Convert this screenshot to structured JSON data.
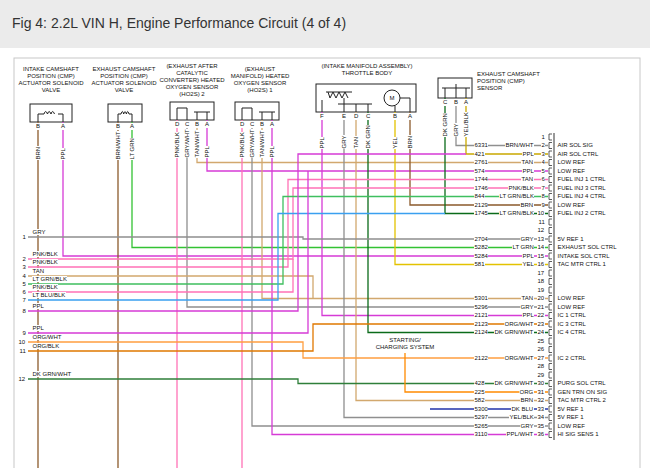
{
  "diagram": {
    "title": "Fig 4: 2.2L VIN H, Engine Performance Circuit (4 of 4)",
    "nodes": [
      {
        "text": [
          "INTAKE CAMSHAFT POSITION (CMP) ACTUATOR SOLENOID VALVE"
        ]
      },
      {
        "text": [
          "EXHAUST CAMSHAFT POSITION (CMP) ACTUATOR SOLENOID VALVE"
        ]
      },
      {
        "text": [
          "(EXHAUST AFTER CATALYTIC CONVERTER) HEATED OXYGEN SENSOR (HO2S) 2"
        ]
      },
      {
        "text": [
          "(EXHAUST MANIFOLD) HEATED OXYGEN SENSOR (HO2S) 1"
        ]
      },
      {
        "text": [
          "(INTAKE MANIFOLD ASSEMBLY) THROTTLE BODY"
        ]
      },
      {
        "text": [
          "EXHAUST CAMSHAFT POSITION (CMP) SENSOR"
        ]
      }
    ],
    "labels": [
      "B",
      "A",
      "BRN",
      "PPL",
      "B",
      "A",
      "BRN/WHT",
      "LT GRN",
      "D",
      "C",
      "B",
      "A",
      "PNK/BLK",
      "GRY/WHT",
      "TAN/WHT",
      "PPL",
      "D",
      "C",
      "B",
      "A",
      "PNK/BLK",
      "GRY/WHT",
      "TAN/WHT",
      "PPL",
      "F",
      "E",
      "D",
      "C",
      "B",
      "A",
      "PPL",
      "GRY",
      "TAN",
      "DK GRN",
      "YEL",
      "BRN",
      "C",
      "B",
      "A",
      "DK GRN",
      "GRY",
      "YEL/BLK",
      "M",
      "1",
      "2",
      "3",
      "4",
      "5",
      "6",
      "7",
      "8",
      "9",
      "10",
      "11",
      "12",
      "13",
      "14",
      "15",
      "16",
      "17",
      "18",
      "19",
      "20",
      "21",
      "22",
      "23",
      "24",
      "25",
      "26",
      "27",
      "28",
      "29",
      "30",
      "31",
      "32",
      "33",
      "34",
      "35",
      "36",
      "6331",
      "BRN/WHT",
      "421",
      "PPL",
      "2761",
      "TAN",
      "574",
      "PPL",
      "1744",
      "TAN",
      "1746",
      "PNK/BLK",
      "844",
      "LT GRN/BLK",
      "2129",
      "BRN",
      "1745",
      "LT GRN/BLK",
      "2704",
      "GRY",
      "5282",
      "LT GRN",
      "5284",
      "PPL",
      "581",
      "YEL",
      "5301",
      "TAN",
      "5296",
      "GRY",
      "2121",
      "PPL",
      "2123",
      "ORG/WHT",
      "2124",
      "DK GRN/WHT",
      "2122",
      "ORG/WHT",
      "428",
      "DK GRN/WHT",
      "225",
      "ORG",
      "582",
      "BRN",
      "5300",
      "DK BLU",
      "5297",
      "YEL/BLK",
      "5265",
      "GRY",
      "3110",
      "PPL/WHT",
      "AIR SOL SIG",
      "AIR SOL CTRL",
      "LOW REF",
      "LOW REF",
      "FUEL INJ 1 CTRL",
      "FUEL INJ 3 CTRL",
      "FUEL INJ 4 CTRL",
      "LOW REF",
      "FUEL INJ 2 CTRL",
      "5V REF 1",
      "EXHAUST SOL CTRL",
      "INTAKE SOL CTRL",
      "TAC MTR CTRL 1",
      "LOW REF",
      "LOW REF",
      "IC 1 CTRL",
      "IC 3 CTRL",
      "IC 4 CTRL",
      "IC 2 CTRL",
      "PURG SOL CTRL",
      "GEN TRN ON SIG",
      "TAC MTR CTRL 2",
      "5V REF 1",
      "5V REF 1",
      "LOW REF",
      "HI SIG SENS 1",
      "1",
      "GRY",
      "2",
      "PNK/BLK",
      "3",
      "PNK/BLK",
      "4",
      "TAN",
      "5",
      "LT GRN/BLK",
      "6",
      "PNK/BLK",
      "7",
      "LT BLU/BLK",
      "8",
      "PPL",
      "9",
      "PPL",
      "10",
      "ORG/WHT",
      "11",
      "ORG/BLK",
      "12",
      "DK GRN/WHT",
      "STARTING/ CHARGING SYSTEM"
    ]
  }
}
